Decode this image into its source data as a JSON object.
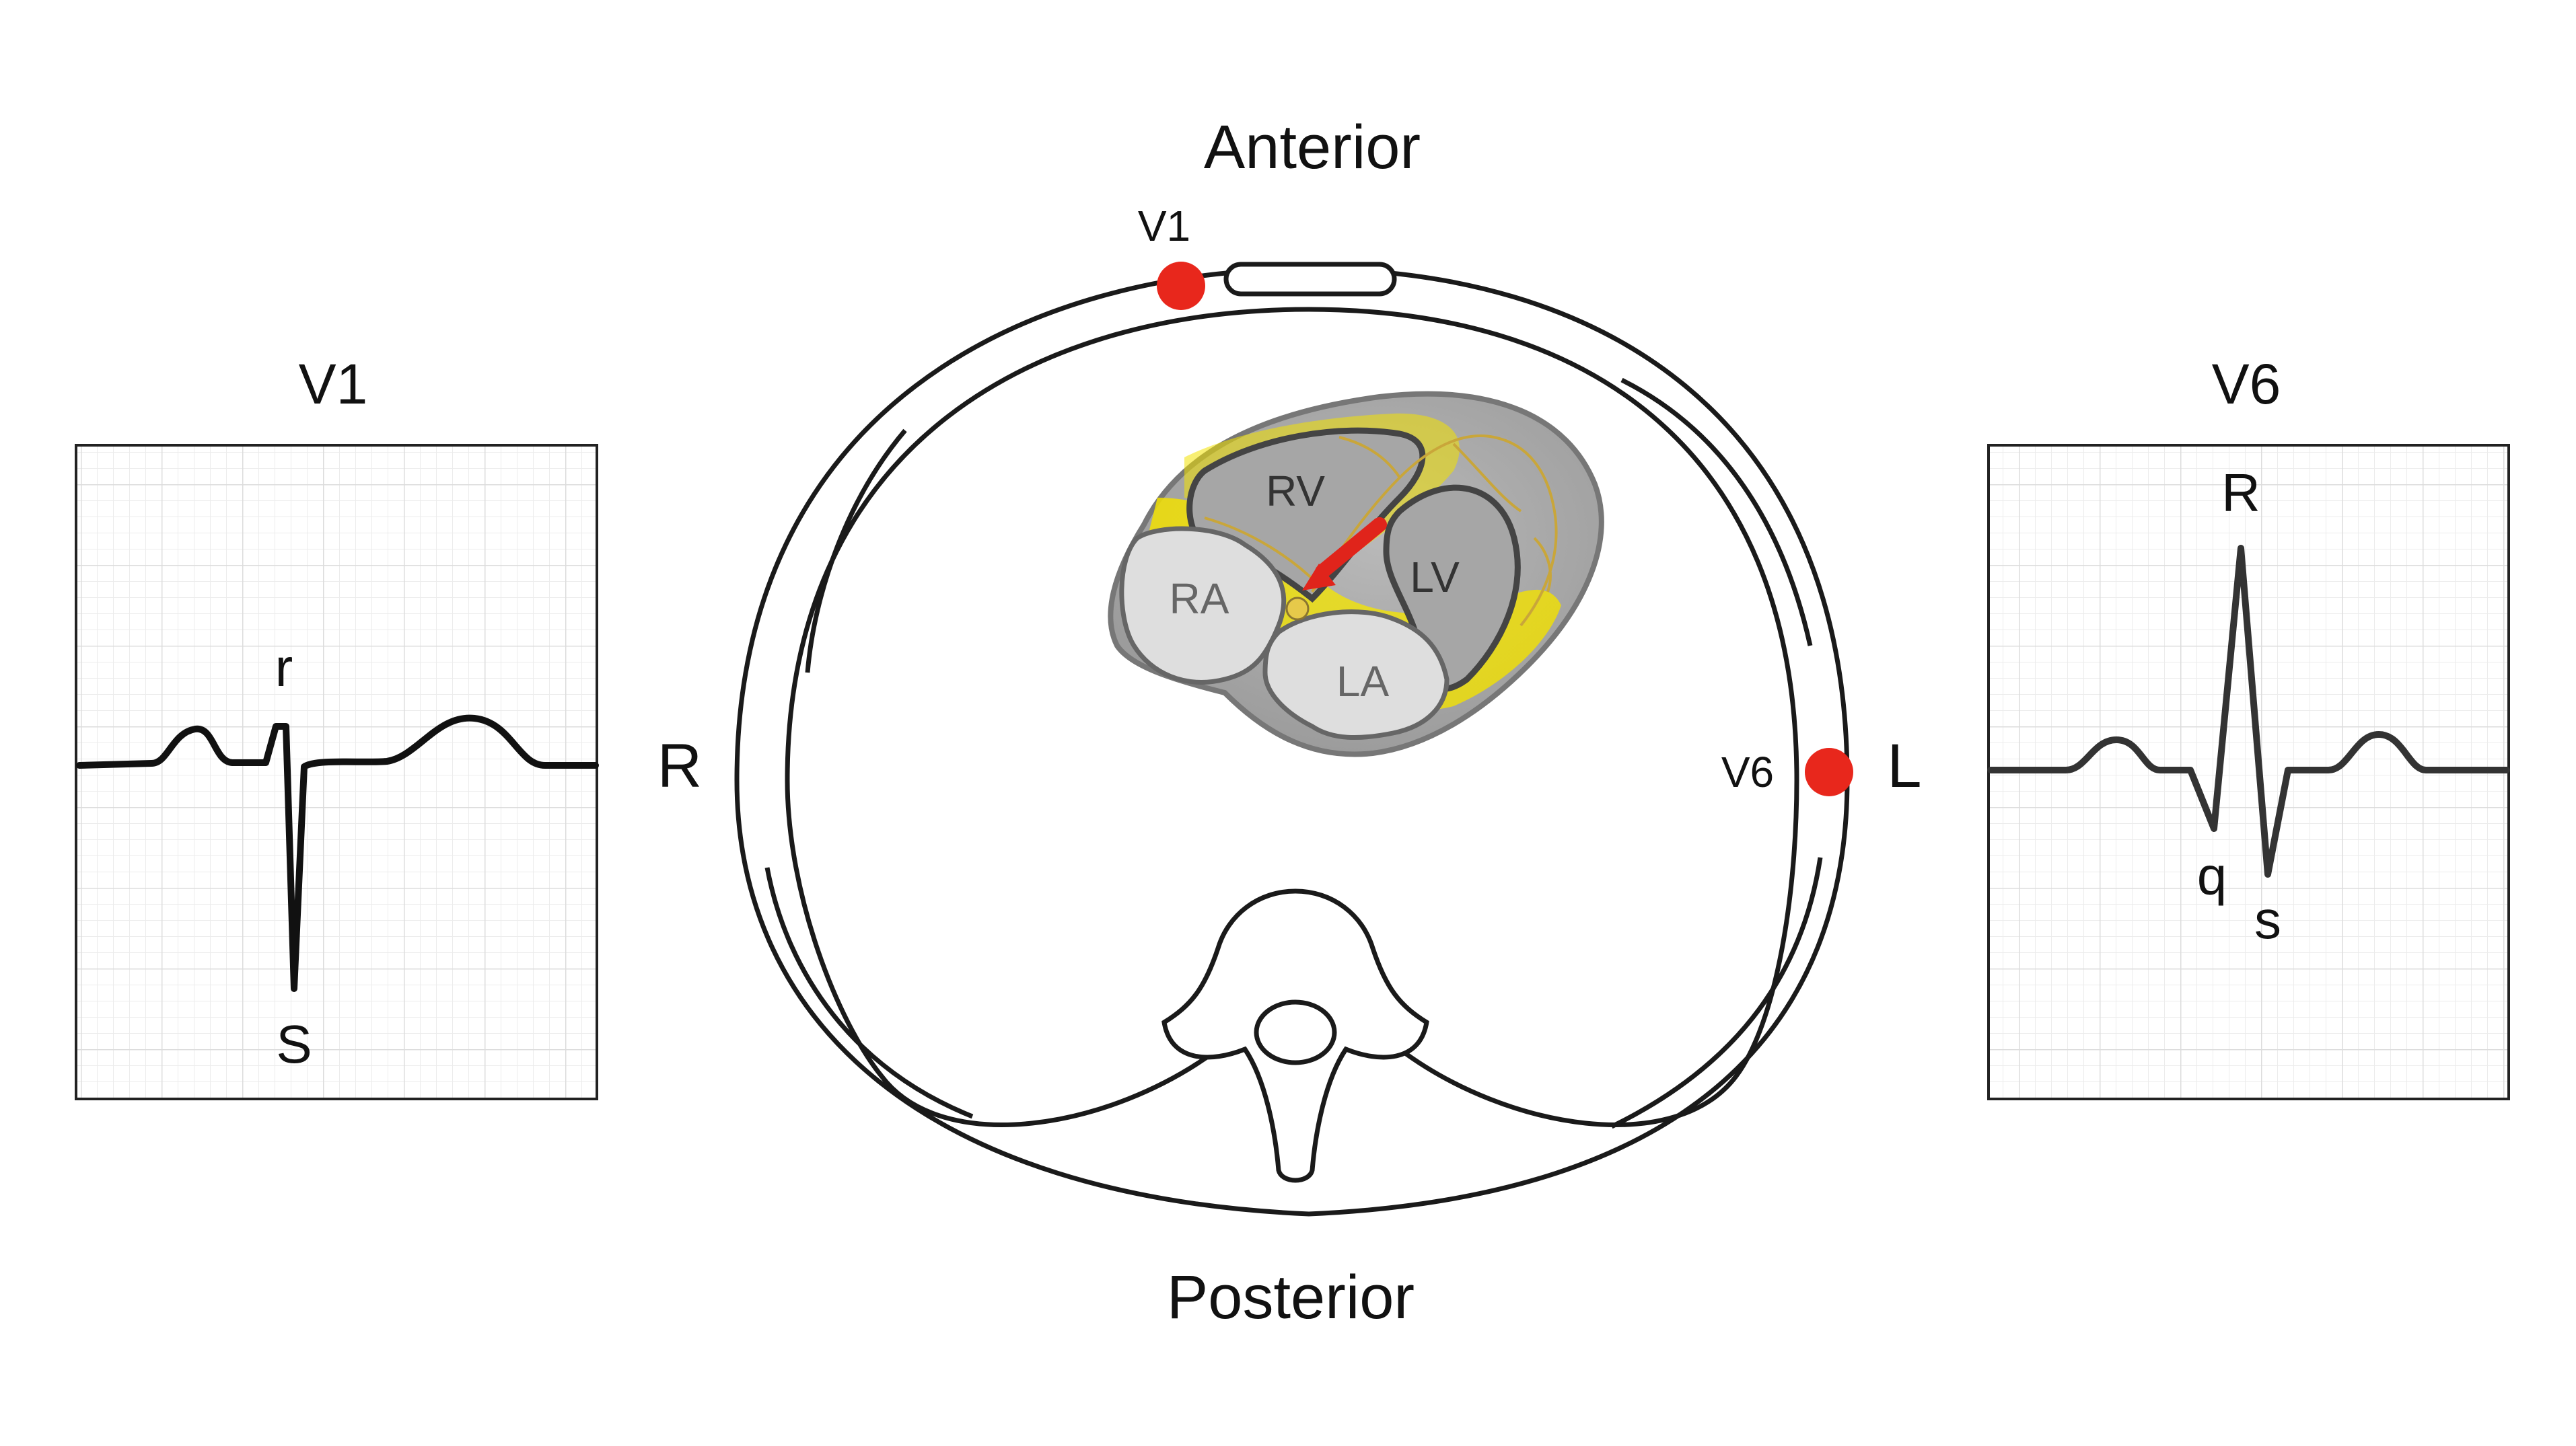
{
  "thorax": {
    "anterior_label": "Anterior",
    "posterior_label": "Posterior",
    "right_label": "R",
    "left_label": "L"
  },
  "heart": {
    "rv_label": "RV",
    "lv_label": "LV",
    "ra_label": "RA",
    "la_label": "LA"
  },
  "electrodes": {
    "v1_label": "V1",
    "v6_label": "V6",
    "color": "#e8271c"
  },
  "panels": {
    "v1": {
      "title": "V1",
      "r_label": "r",
      "s_label": "S"
    },
    "v6": {
      "title": "V6",
      "r_label": "R",
      "q_label": "q",
      "s_label": "s"
    }
  },
  "colors": {
    "conduction_highlight": "#f2e000",
    "myocardium": "#a8a8a8",
    "atria": "#dedede",
    "arrow": "#e0241b",
    "grid_line": "#e3e3e3",
    "trace": "#111111"
  },
  "icons": {
    "arrow": "red-activation-arrow",
    "spine": "vertebra-icon"
  }
}
